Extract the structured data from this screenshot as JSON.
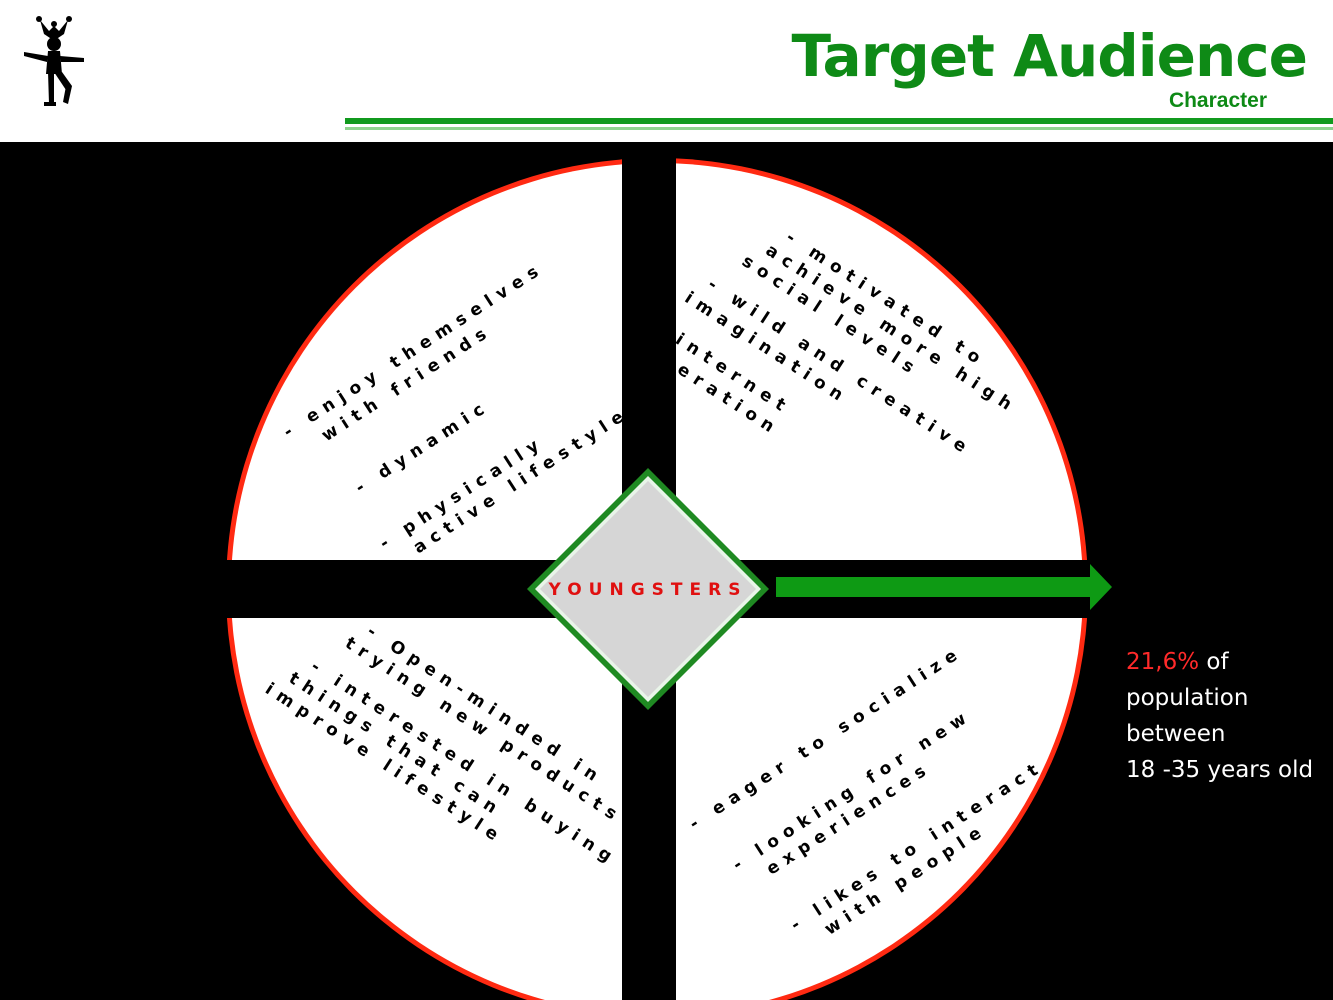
{
  "header": {
    "title": "Target Audience",
    "subtitle": "Character",
    "logo_icon": "jester-silhouette-icon"
  },
  "diagram": {
    "center_label": "YOUNGSTERS",
    "colors": {
      "ring": "#ff2a12",
      "quadrant_fill": "#ffffff",
      "background": "#000000",
      "diamond_fill": "#d6d6d6",
      "diamond_border": "#1f8a22",
      "arrow": "#0e9a14",
      "center_text": "#e01010",
      "accent_green": "#0e8a16"
    },
    "quadrants": {
      "top_left": [
        "- enjoy themselves",
        "with friends",
        "- dynamic",
        "- physically",
        "active lifestyle"
      ],
      "top_right": [
        "- motivated to",
        "achieve more high",
        "social levels",
        "- wild and creative",
        "imagination",
        "- internet",
        "generation"
      ],
      "bottom_left": [
        "- Open-minded in",
        "trying new products",
        "- interested in buying",
        "things that can",
        "improve lifestyle"
      ],
      "bottom_right": [
        "- eager to socialize",
        "- looking for new",
        "experiences",
        "- likes to interact",
        "with people"
      ]
    }
  },
  "stat": {
    "value": "21,6%",
    "line1_rest": " of",
    "line2": "population",
    "line3": "between",
    "line4": "18 -35 years old"
  }
}
